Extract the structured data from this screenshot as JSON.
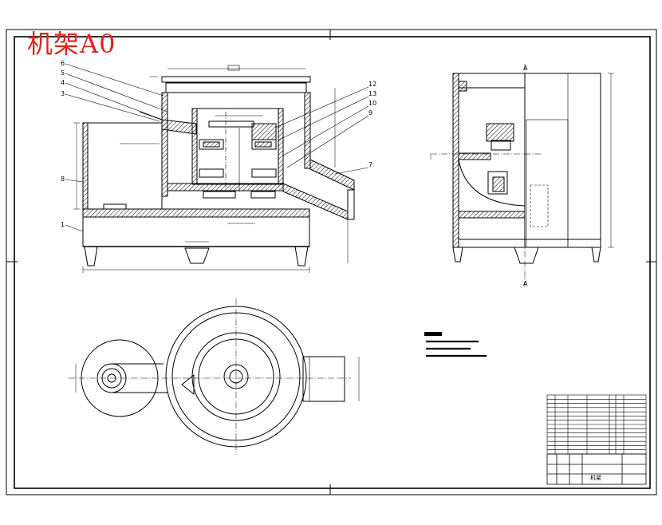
{
  "stamp": {
    "text": "机架A0",
    "color": "#e0231c"
  },
  "front_view": {
    "part_labels": [
      "6",
      "5",
      "4",
      "3",
      "8",
      "1",
      "12",
      "13",
      "10",
      "9",
      "7"
    ]
  },
  "side_view": {
    "section_marks": [
      "A",
      "A"
    ]
  },
  "tech_requirements": {
    "items": [
      "",
      "",
      ""
    ]
  },
  "title_block": {
    "drawing_name": "机架"
  },
  "colors": {
    "line": "#000000",
    "hatch": "#000000",
    "stamp": "#e0231c"
  }
}
